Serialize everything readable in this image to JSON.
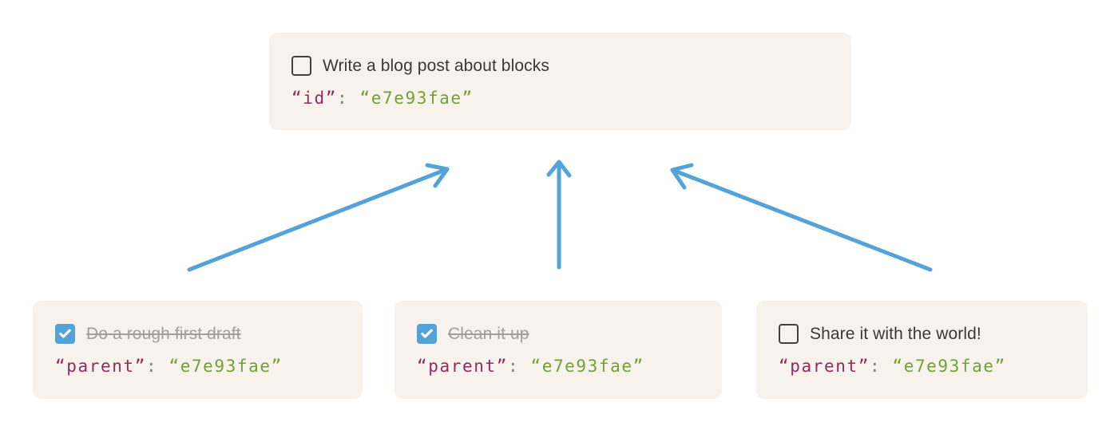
{
  "diagram": {
    "parent_block": {
      "label": "Write a blog post about blocks",
      "checked": false,
      "code": {
        "key": "“id”",
        "separator": ": ",
        "value": "“e7e93fae”"
      }
    },
    "child_blocks": [
      {
        "label": "Do a rough first draft",
        "checked": true,
        "code": {
          "key": "“parent”",
          "separator": ": ",
          "value": "“e7e93fae”"
        }
      },
      {
        "label": "Clean it up",
        "checked": true,
        "code": {
          "key": "“parent”",
          "separator": ": ",
          "value": "“e7e93fae”"
        }
      },
      {
        "label": "Share it with the world!",
        "checked": false,
        "code": {
          "key": "“parent”",
          "separator": ": ",
          "value": "“e7e93fae”"
        }
      }
    ]
  },
  "icons": {
    "checkmark": "check-icon",
    "arrows": [
      "arrow-left-icon",
      "arrow-middle-icon",
      "arrow-right-icon"
    ]
  },
  "colors": {
    "page_bg": "#ffffff",
    "card_bg": "#f7f3ec",
    "title_text": "#3b3835",
    "done_text": "#a29e98",
    "code_key": "#93295e",
    "code_punct": "#83807b",
    "code_value": "#72a033",
    "checkbox_border": "#44403c",
    "checkbox_checked_bg": "#54a3d7",
    "arrow": "#54a2da"
  }
}
